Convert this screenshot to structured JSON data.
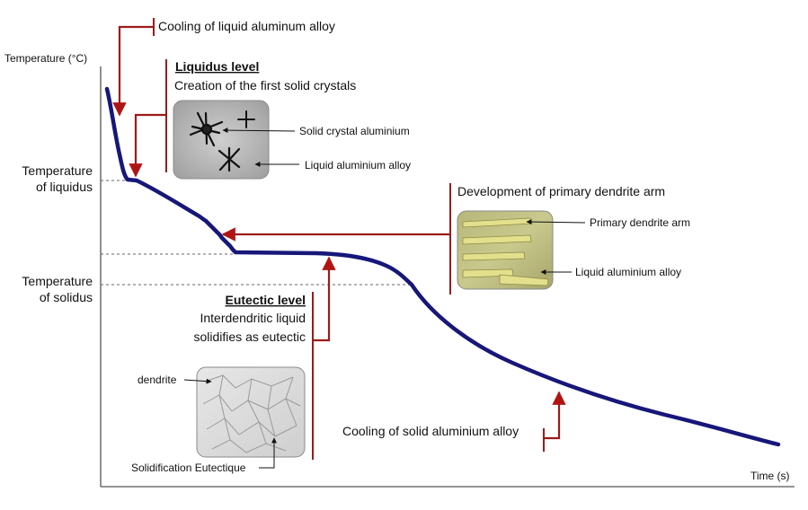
{
  "axes": {
    "y_label": "Temperature (°C)",
    "x_label": "Time (s)"
  },
  "y_markers": {
    "liquidus": [
      "Temperature",
      "of liquidus"
    ],
    "solidus": [
      "Temperature",
      "of solidus"
    ]
  },
  "annotations": {
    "cooling_liquid": "Cooling of liquid aluminum alloy",
    "liquidus_title": "Liquidus level",
    "liquidus_desc": "Creation of the first solid crystals",
    "solid_crystal": "Solid crystal aluminium",
    "liquid_alloy_1": "Liquid aluminium alloy",
    "primary_dev": "Development of primary dendrite arm",
    "primary_arm": "Primary dendrite arm",
    "liquid_alloy_2": "Liquid aluminium alloy",
    "eutectic_title": "Eutectic level",
    "eutectic_desc": [
      "Interdendritic liquid",
      "solidifies as eutectic"
    ],
    "dendrite": "dendrite",
    "solidification": "Solidification Eutectique",
    "cooling_solid": "Cooling of solid aluminium alloy"
  },
  "colors": {
    "curve": "#17177a",
    "leader": "#9b1b1b",
    "axis": "#555555"
  }
}
